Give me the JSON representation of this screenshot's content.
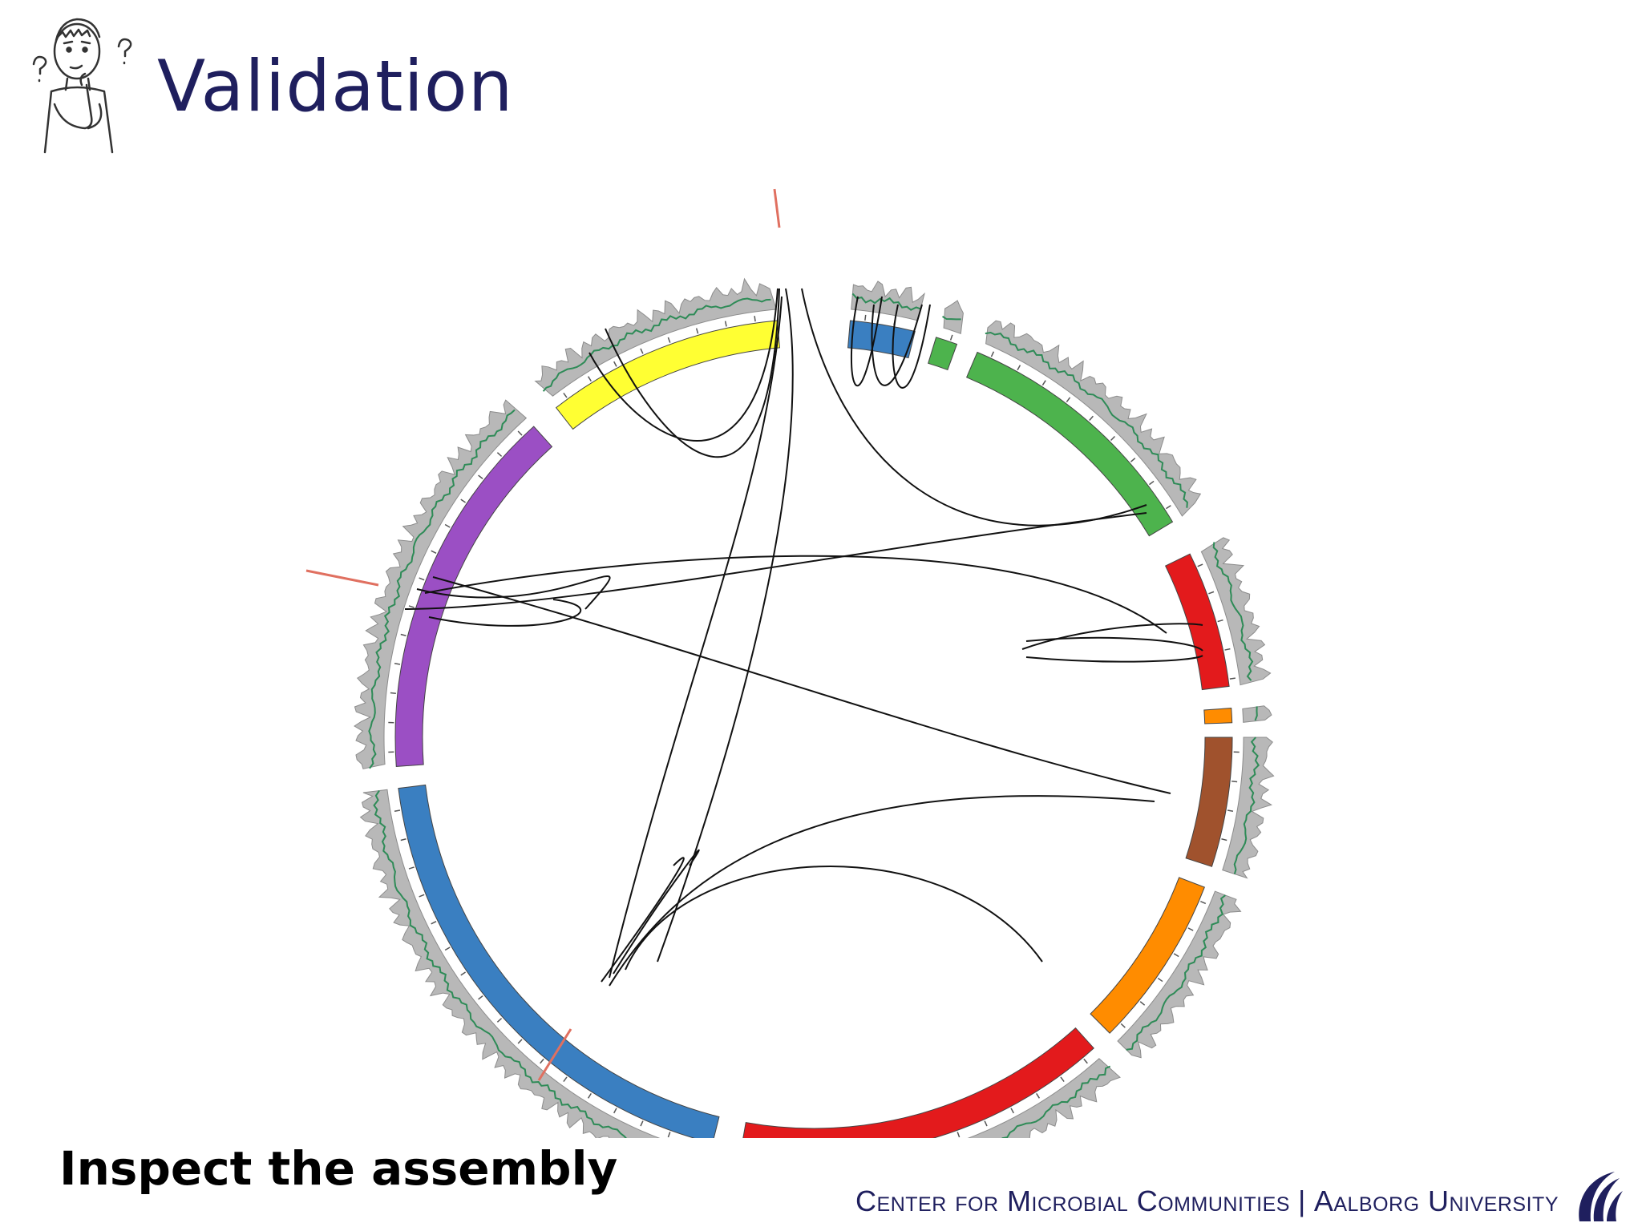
{
  "slide": {
    "title": "Validation",
    "subtitle": "Inspect the assembly"
  },
  "footer": {
    "center": "Center for Microbial Communities",
    "separator": "|",
    "university": "Aalborg University"
  },
  "icons": {
    "thinker": "thinking-person-icon",
    "logo": "aalborg-university-logo-icon"
  },
  "colors": {
    "title": "#1f1f5e",
    "coverage_band": "#b8b8b8",
    "coverage_line": "#2e8b57",
    "link": "#111111"
  },
  "diagram_data": {
    "type": "circos-assembly-plot",
    "segments": [
      {
        "id": "blue-top",
        "color": "#3a7fc1"
      },
      {
        "id": "green-small",
        "color": "#4db34d"
      },
      {
        "id": "green-large",
        "color": "#4db34d"
      },
      {
        "id": "red-right",
        "color": "#e31a1c"
      },
      {
        "id": "orange-tiny",
        "color": "#ff8c00"
      },
      {
        "id": "brown",
        "color": "#a0522d"
      },
      {
        "id": "orange",
        "color": "#ff8c00"
      },
      {
        "id": "red-bottom",
        "color": "#e31a1c"
      },
      {
        "id": "blue-left",
        "color": "#3a7fc1"
      },
      {
        "id": "purple",
        "color": "#9b4fc4"
      },
      {
        "id": "yellow",
        "color": "#ffff33"
      }
    ]
  }
}
